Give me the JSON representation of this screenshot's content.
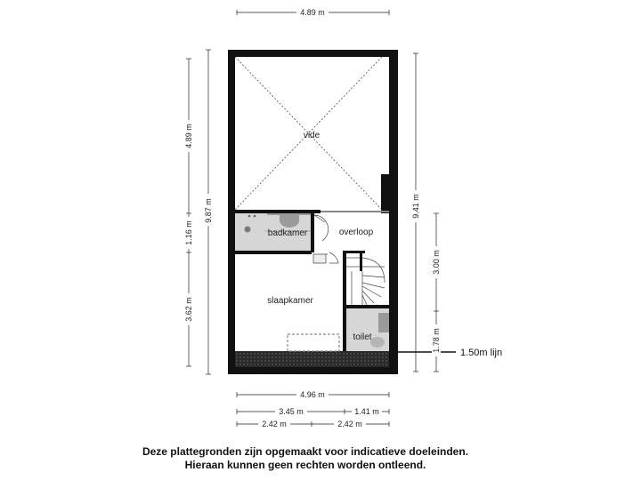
{
  "rooms": {
    "vide": "vide",
    "badkamer": "badkamer",
    "overloop": "overloop",
    "slaapkamer": "slaapkamer",
    "toilet": "toilet"
  },
  "dimensions": {
    "top_width": "4.89 m",
    "left_total": "9.87 m",
    "left_upper": "4.89 m",
    "left_middle": "1.16 m",
    "left_lower": "3.62 m",
    "right_total": "9.41 m",
    "right_middle": "3.00 m",
    "right_lower": "1.78 m",
    "bottom_total": "4.96 m",
    "bottom_left_a": "3.45 m",
    "bottom_right_a": "1.41 m",
    "bottom_left_b": "2.42 m",
    "bottom_right_b": "2.42 m"
  },
  "scale_line_label": "1.50m lijn",
  "disclaimer": {
    "line1": "Deze plattegronden zijn opgemaakt voor indicatieve doeleinden.",
    "line2": "Hieraan kunnen geen rechten worden ontleend."
  },
  "colors": {
    "wall": "#111111",
    "bathroom_fill": "#d6d6d6",
    "fixture": "#9a9a9a",
    "dimension_line": "#222222"
  }
}
